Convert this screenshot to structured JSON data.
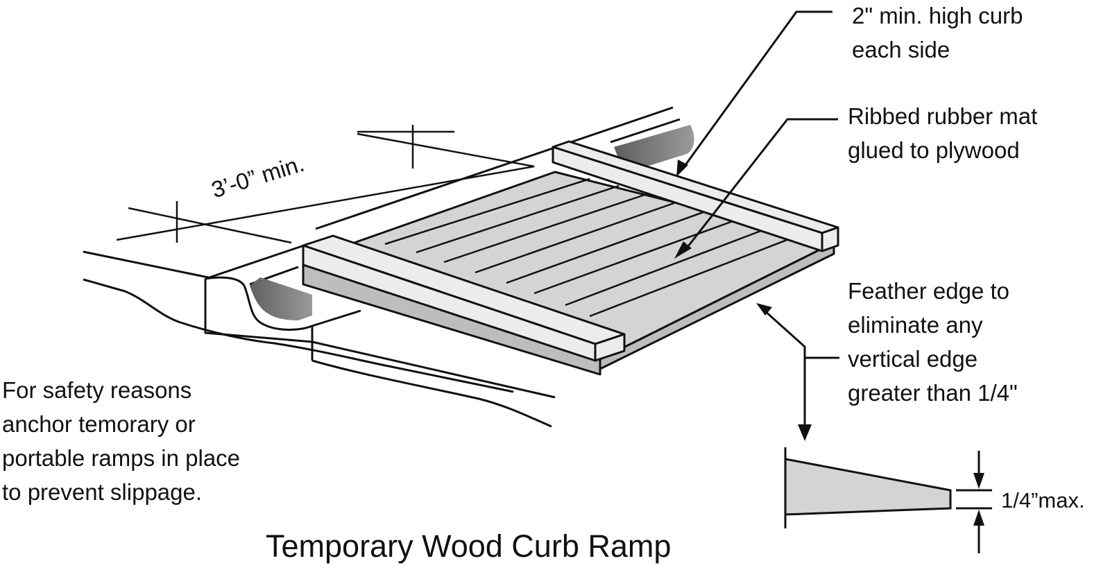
{
  "labels": {
    "curb_note": "2\" min. high curb\neach side",
    "mat_note": "Ribbed rubber mat\nglued to plywood",
    "feather_note": "Feather edge to\neliminate any\nvertical edge\ngreater than 1/4\"",
    "safety_note": "For safety reasons\nanchor temorary or\nportable ramps in place\nto prevent slippage.",
    "width_dimension": "3’-0” min.",
    "edge_max": "1/4”max.",
    "title": "Temporary Wood Curb Ramp"
  },
  "colors": {
    "line": "#111111",
    "ramp_fill": "#d4d4d4",
    "curb_rail_fill": "#ececec",
    "shadow": "#7a7a7a"
  },
  "icons": [
    "arrowhead-icon"
  ]
}
